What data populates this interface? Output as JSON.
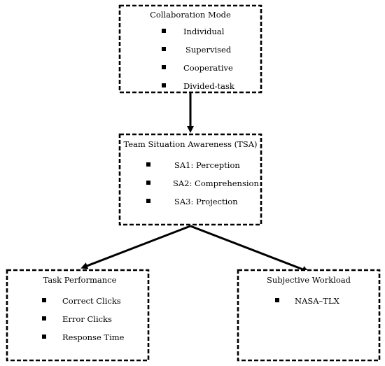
{
  "collaboration": {
    "title": "Collaboration Mode",
    "items": [
      "Individual",
      "Supervised",
      "Cooperative",
      "Divided-task"
    ]
  },
  "tsa": {
    "title": "Team Situation Awareness (TSA)",
    "items": [
      "SA1: Perception",
      "SA2: Comprehension",
      "SA3: Projection"
    ]
  },
  "task": {
    "title": "Task Performance",
    "items": [
      "Correct Clicks",
      "Error Clicks",
      "Response Time"
    ]
  },
  "workload": {
    "title": "Subjective Workload",
    "items": [
      "NASA–TLX"
    ]
  },
  "colors": {
    "stroke": "#000000",
    "background": "#ffffff"
  }
}
